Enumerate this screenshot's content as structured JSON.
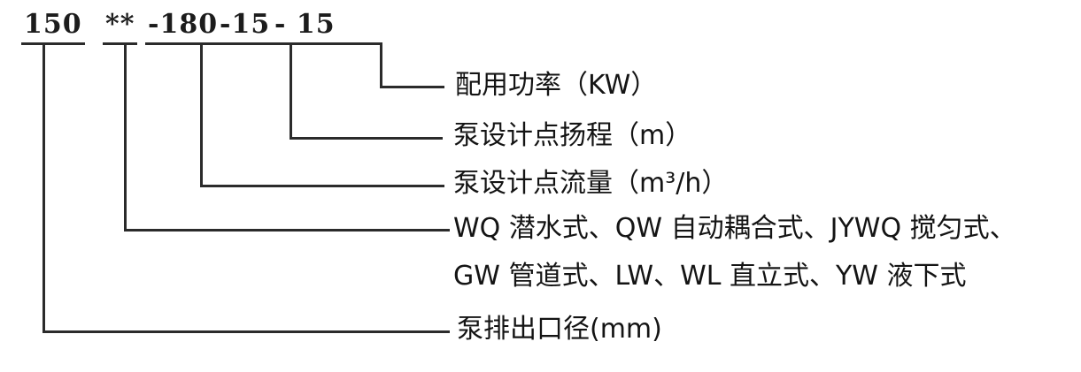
{
  "model_code": {
    "diameter": "150",
    "type": "**",
    "flow": "-180",
    "head": "-15",
    "power": "- 15"
  },
  "labels": {
    "power": "配用功率（KW）",
    "head": "泵设计点扬程（m）",
    "flow": "泵设计点流量（m³/h）",
    "type_line1": "WQ 潜水式、QW 自动耦合式、JYWQ 搅匀式、",
    "type_line2": "GW 管道式、LW、WL 直立式、YW  液下式",
    "diameter": "泵排出口径(mm)"
  },
  "colors": {
    "line": "#2b2b2b",
    "text": "#141414",
    "background": "#ffffff"
  }
}
